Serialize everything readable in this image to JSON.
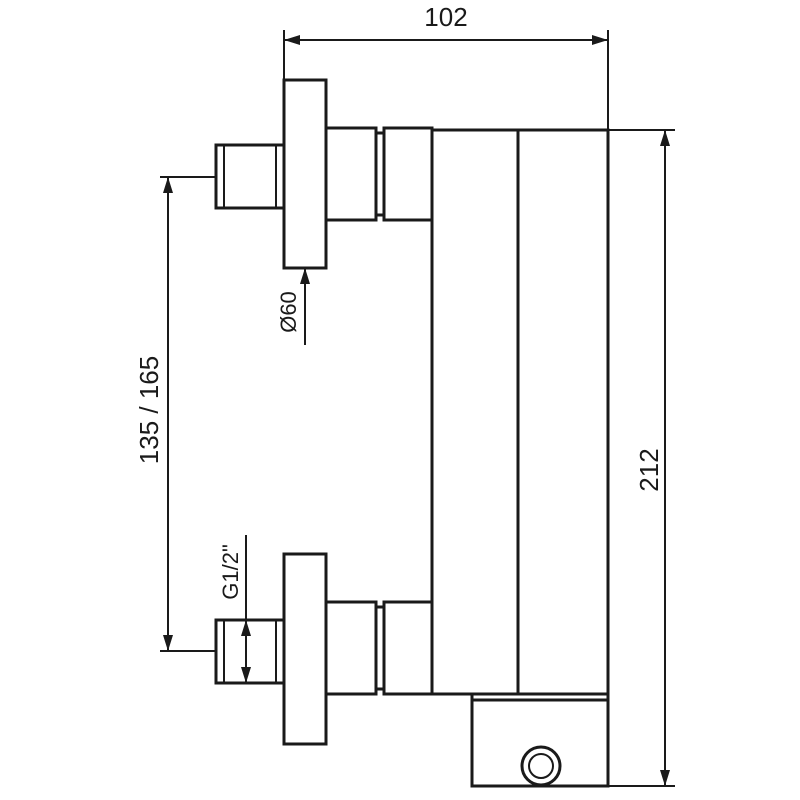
{
  "dimensions": {
    "width_top": "102",
    "height_right": "212",
    "spacing_left": "135 / 165",
    "flange_diameter": "Ø60",
    "thread": "G1/2\""
  }
}
